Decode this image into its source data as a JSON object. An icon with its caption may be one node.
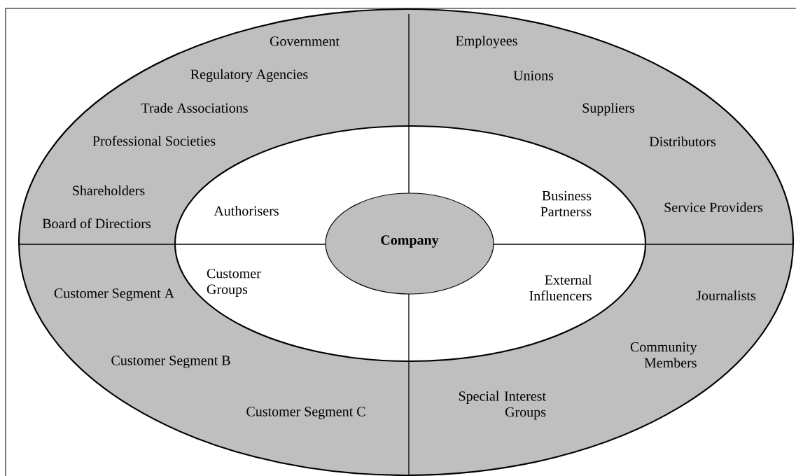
{
  "diagram": {
    "nodes": [
      {
        "text": [
          "Government",
          "Regulatory Agencies",
          "Trade Associations",
          "Professional Societies",
          "Shareholders",
          "Board of Directiors",
          "Employees",
          "Unions",
          "Suppliers",
          "Distributors",
          "Service Providers",
          "Customer Segment A",
          "Customer Segment B",
          "Customer Segment C",
          "Journalists",
          "Community Members",
          "Special Interest Groups"
        ]
      },
      {
        "text": [
          "Authorisers",
          "Business Partnerss",
          "Customer Groups",
          "External Influencers"
        ],
        "in": 0
      },
      {
        "text": [
          "Company"
        ],
        "in": 1
      }
    ]
  }
}
